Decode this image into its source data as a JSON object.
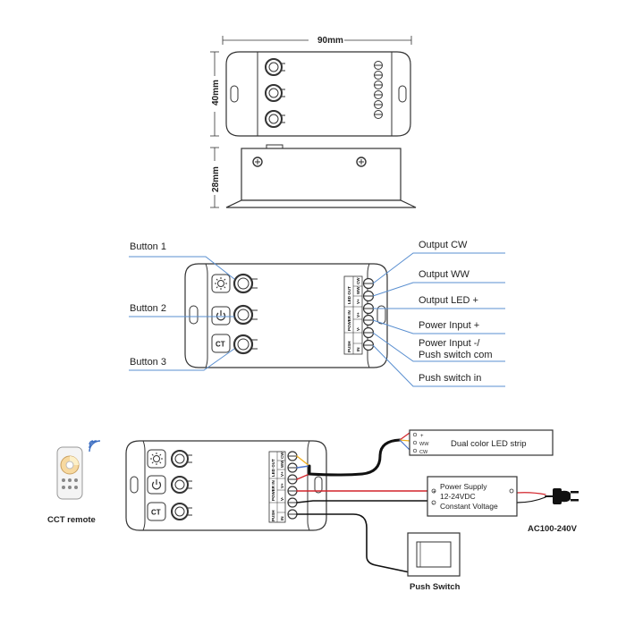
{
  "dimensions": {
    "width": "90mm",
    "height": "40mm",
    "depth": "28mm"
  },
  "buttons": {
    "button1": "Button 1",
    "button2": "Button 2",
    "button3": "Button 3",
    "ct_symbol": "CT"
  },
  "terminals": {
    "output_cw": "Output CW",
    "output_ww": "Output WW",
    "output_led_plus": "Output LED +",
    "power_input_plus": "Power Input +",
    "power_input_minus_line1": "Power Input -/",
    "power_input_minus_line2": "Push switch com",
    "push_switch_in": "Push switch in"
  },
  "panel_labels": {
    "led_out": "LED OUT",
    "power_in": "POWER IN",
    "push": "PUSH",
    "cw": "CW",
    "ww": "WW",
    "v_plus": "V+",
    "v_minus": "V-",
    "push_in": "IN"
  },
  "wiring": {
    "cct_remote": "CCT remote",
    "led_strip": "Dual color LED strip",
    "strip_plus": "+",
    "strip_ww": "WW",
    "strip_cw": "CW",
    "psu_line1": "Power Supply",
    "psu_line2": "12-24VDC",
    "psu_line3": "Constant Voltage",
    "mains": "AC100-240V",
    "push_switch": "Push Switch"
  },
  "colors": {
    "outline": "#333333",
    "wire_black": "#111111",
    "wire_red": "#d2232a",
    "wire_yellow": "#f2b01e",
    "wire_blue": "#4a73c9",
    "wire_orange": "#e07a2a"
  }
}
